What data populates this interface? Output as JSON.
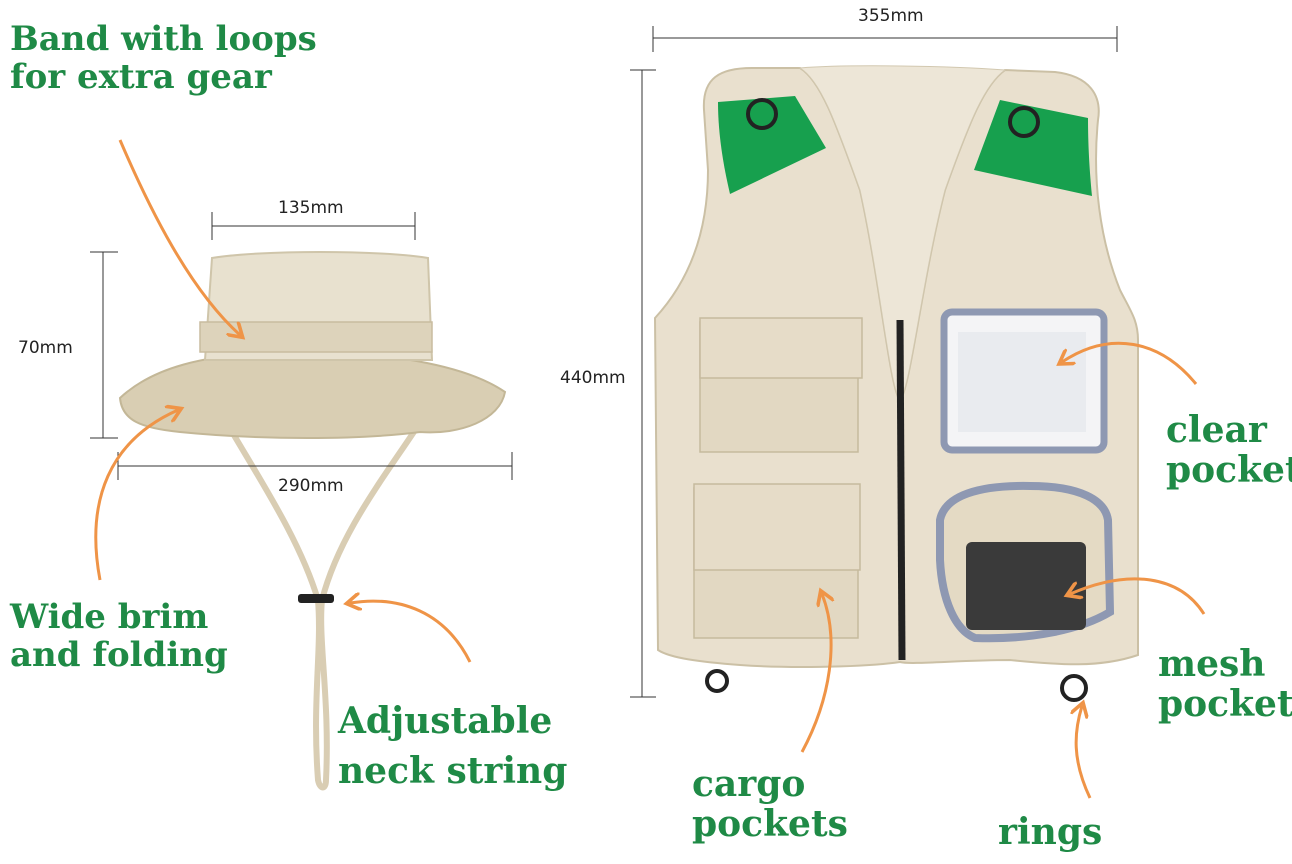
{
  "hat": {
    "band_label": [
      "Band with loops",
      "for extra gear"
    ],
    "brim_label": [
      "Wide brim",
      "and folding"
    ],
    "string_label": [
      "Adjustable",
      "neck string"
    ],
    "dims": {
      "top_width": "135mm",
      "height": "70mm",
      "brim_width": "290mm"
    }
  },
  "vest": {
    "clear_label": [
      "clear",
      "pocket"
    ],
    "mesh_label": [
      "mesh",
      "pocket"
    ],
    "cargo_label": [
      "cargo",
      "pockets"
    ],
    "rings_label": "rings",
    "dims": {
      "width": "355mm",
      "height": "440mm"
    }
  },
  "colors": {
    "label_green": "#1f8a46",
    "arrow_orange": "#ef9447",
    "fabric": "#e6dcc6",
    "shoulder_green": "#17a04e",
    "pocket_trim": "#8e98b2"
  }
}
